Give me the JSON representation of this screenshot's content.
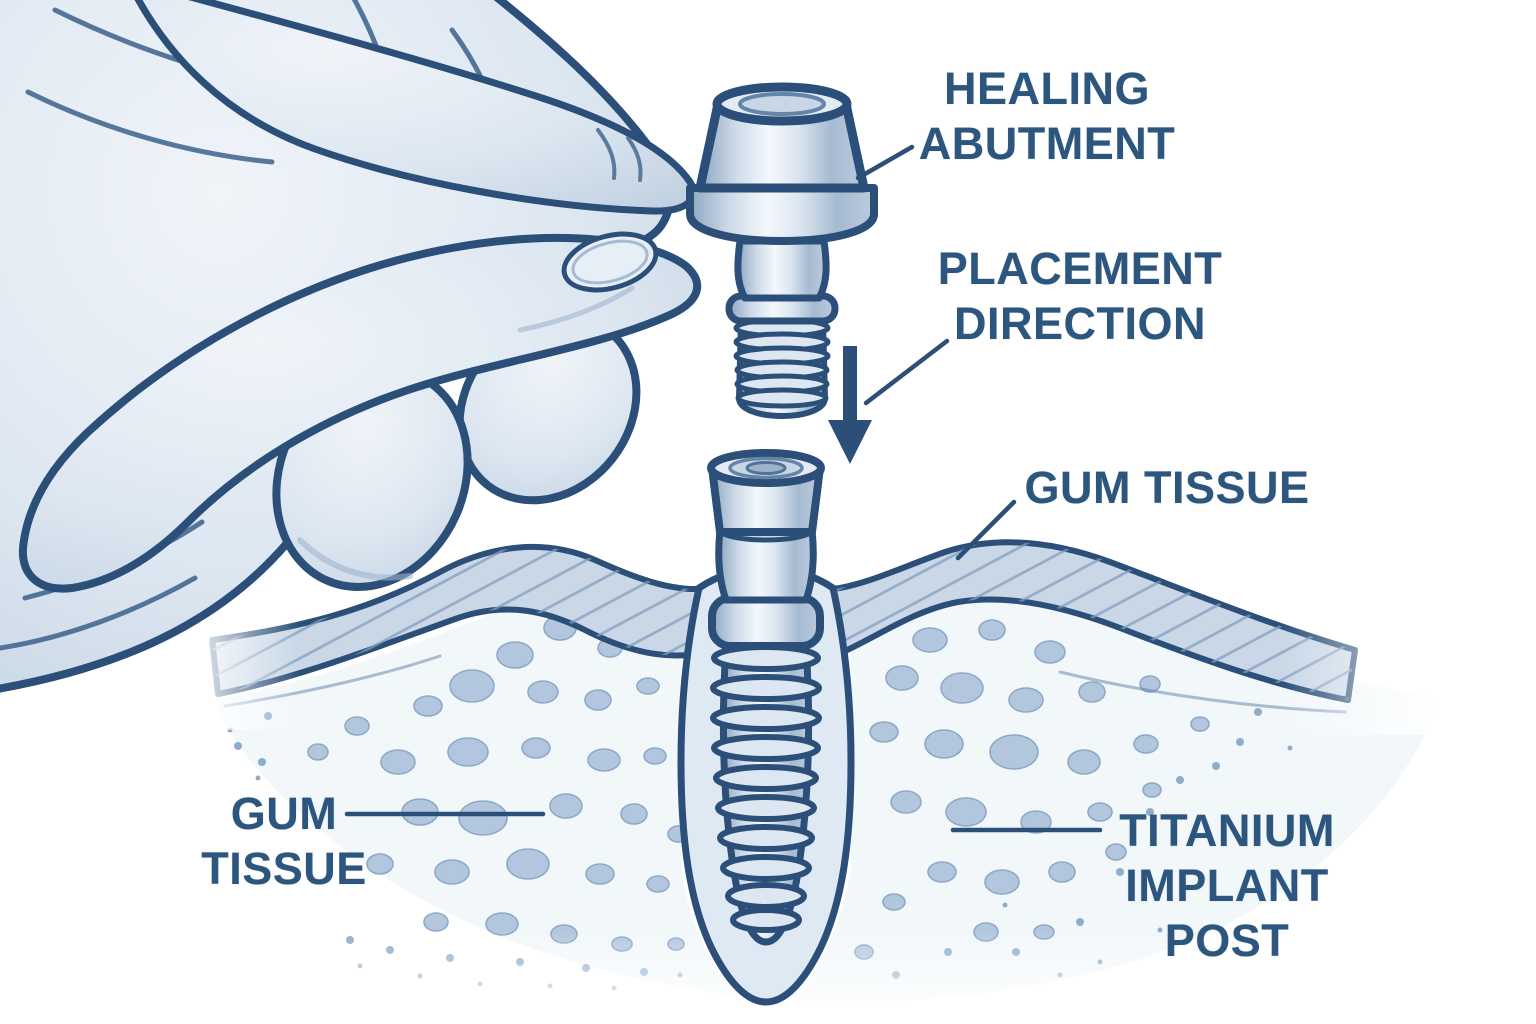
{
  "labels": {
    "healing_abutment": {
      "lines": [
        "HEALING",
        "ABUTMENT"
      ]
    },
    "placement_direction": {
      "lines": [
        "PLACEMENT",
        "DIRECTION"
      ]
    },
    "gum_tissue_right": {
      "lines": [
        "GUM TISSUE"
      ]
    },
    "gum_tissue_left": {
      "lines": [
        "GUM",
        "TISSUE"
      ]
    },
    "titanium_implant_post": {
      "lines": [
        "TITANIUM",
        "IMPLANT",
        "POST"
      ]
    }
  },
  "icons": {
    "placement_arrow": "down-arrow"
  },
  "colors": {
    "label_text": "#2d567f",
    "outline_navy": "#2b4f79",
    "metal_highlight": "#f4f8fc",
    "metal_shade": "#8ea7c2",
    "skin_light": "#f0f4f9",
    "skin_shade": "#bfcfe1",
    "gum_fill": "#c9d7e6",
    "gum_hatch": "#7e9cbd",
    "bone_spot": "#a8bfd8",
    "background": "#ffffff"
  }
}
